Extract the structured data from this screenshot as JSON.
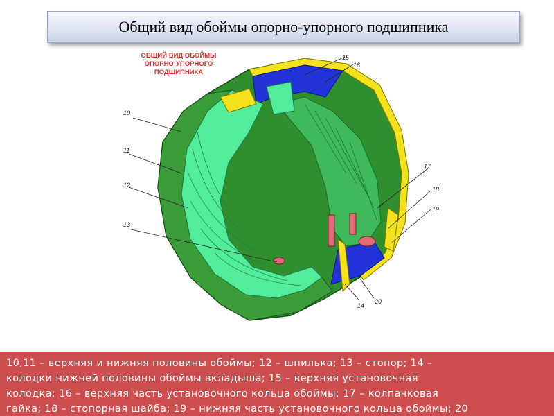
{
  "slide": {
    "title": "Общий вид обоймы опорно-упорного подшипника"
  },
  "figure": {
    "heading_lines": [
      "ОБЩИЙ ВИД ОБОЙМЫ",
      "ОПОРНО-УПОРНОГО",
      "ПОДШИПНИКА"
    ],
    "callouts": [
      "10",
      "11",
      "12",
      "13",
      "14",
      "15",
      "16",
      "17",
      "18",
      "19",
      "20"
    ],
    "colors": {
      "body": "#2f8f2f",
      "inner": "#52ec9a",
      "ring": "#f3e21c",
      "blue": "#2233d8",
      "plug": "#e06b78"
    }
  },
  "caption": {
    "background": "#cd4e4e",
    "lines": [
      "10,11 – верхняя и нижняя половины обоймы; 12 – шпилька; 13 – стопор; 14 –",
      "колодки нижней половины обоймы вкладыша; 15 – верхняя установочная",
      "колодка; 16 – верхняя часть установочного кольца обоймы; 17 – колпачковая",
      "гайка; 18 – стопорная шайба; 19 – нижняя часть установочного кольца обоймы; 20"
    ]
  }
}
